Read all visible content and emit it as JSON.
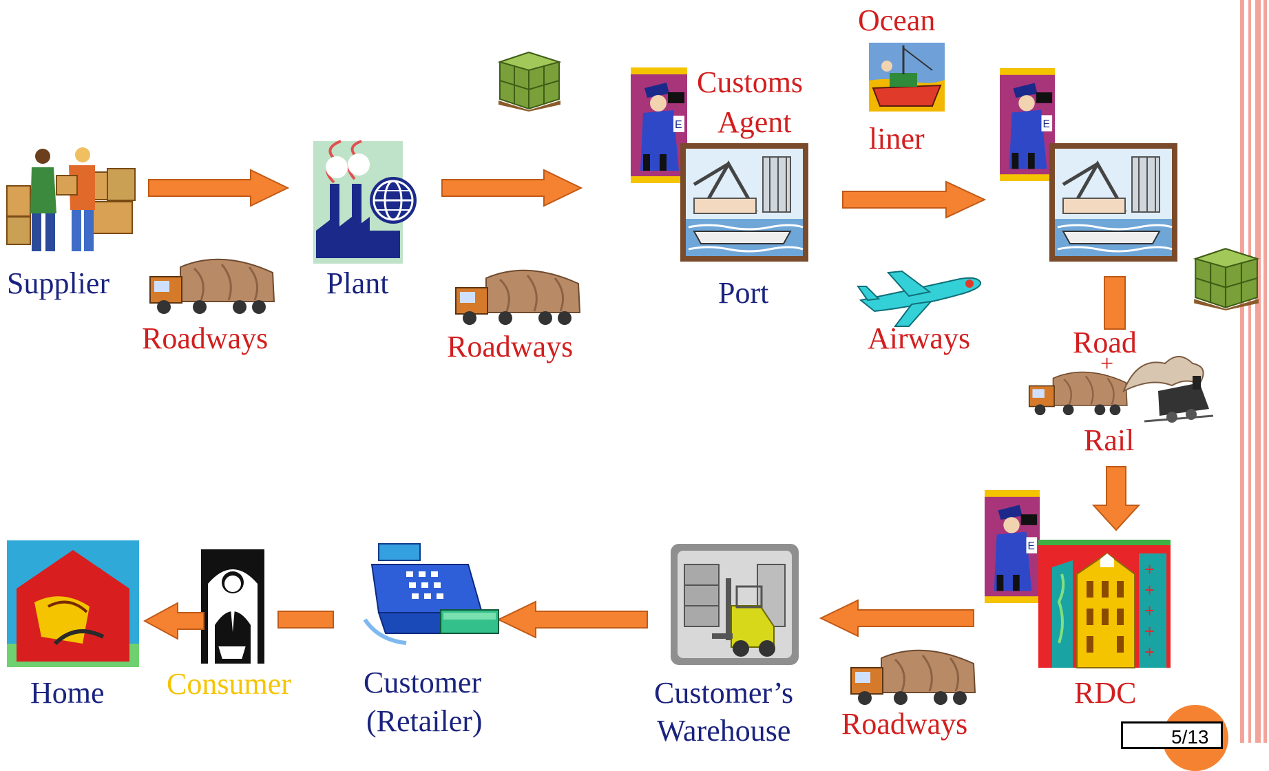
{
  "nodes": {
    "supplier": "Supplier",
    "plant": "Plant",
    "port": "Port",
    "rdc": "RDC",
    "customers_warehouse_line1": "Customer’s",
    "customers_warehouse_line2": "Warehouse",
    "customer_line1": "Customer",
    "customer_line2": "(Retailer)",
    "consumer": "Consumer",
    "home": "Home"
  },
  "transport": {
    "roadways_1": "Roadways",
    "roadways_2": "Roadways",
    "roadways_3": "Roadways",
    "ocean": "Ocean",
    "liner": "liner",
    "airways": "Airways",
    "road": "Road",
    "plus": "+",
    "rail": "Rail"
  },
  "agents": {
    "customs_line1": "Customs",
    "customs_line2": "Agent"
  },
  "page_number": "5/13",
  "colors": {
    "arrow": "#f58231",
    "node_label": "#1a237e",
    "transport_label": "#d21f1f",
    "consumer_label": "#f5c400",
    "stripe": "#f3a49a"
  },
  "icons": [
    "workers-boxes-icon",
    "factory-globe-icon",
    "boxes-pallet-icon",
    "customs-officer-icon",
    "port-crane-icon",
    "ship-icon",
    "airplane-icon",
    "truck-icon",
    "train-icon",
    "rdc-building-icon",
    "warehouse-forklift-icon",
    "cash-register-icon",
    "consumer-man-icon",
    "home-icon"
  ]
}
